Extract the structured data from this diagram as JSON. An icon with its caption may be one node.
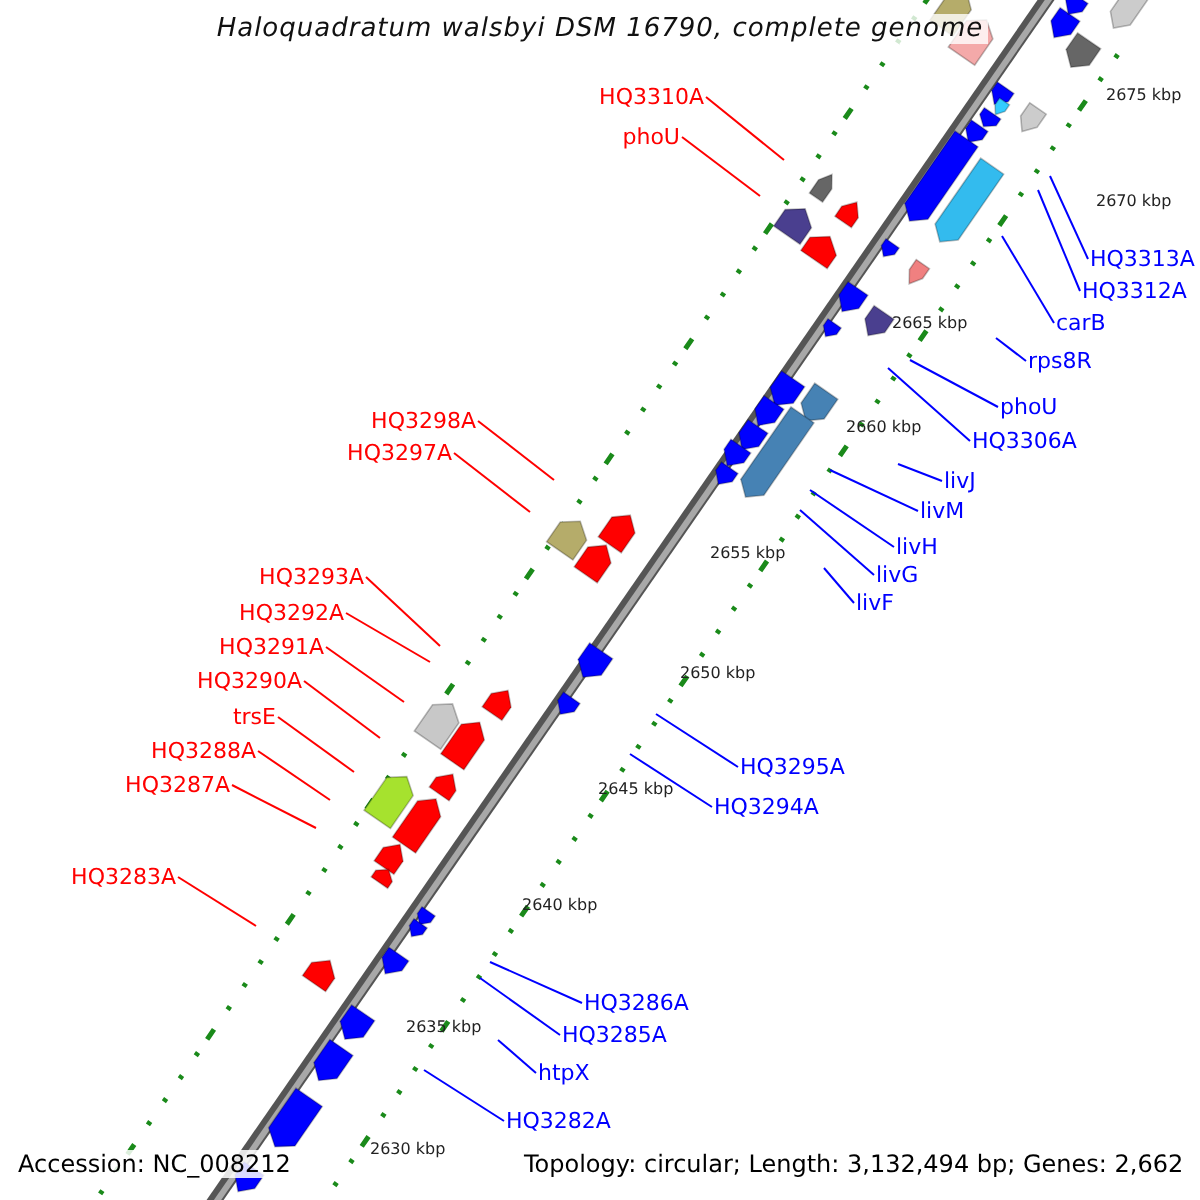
{
  "diagram": {
    "title": "Haloquadratum walsbyi DSM 16790, complete genome",
    "nodes": [
      {
        "text": [
          "HQ3310A"
        ]
      },
      {
        "text": [
          "phoU"
        ]
      },
      {
        "text": [
          "HQ3313A"
        ]
      },
      {
        "text": [
          "HQ3312A"
        ]
      },
      {
        "text": [
          "carB"
        ]
      },
      {
        "text": [
          "rps8R"
        ]
      },
      {
        "text": [
          "phoU"
        ]
      },
      {
        "text": [
          "HQ3298A"
        ]
      },
      {
        "text": [
          "HQ3306A"
        ]
      },
      {
        "text": [
          "HQ3297A"
        ]
      },
      {
        "text": [
          "livJ"
        ]
      },
      {
        "text": [
          "livM"
        ]
      },
      {
        "text": [
          "livH"
        ]
      },
      {
        "text": [
          "HQ3293A"
        ]
      },
      {
        "text": [
          "livG"
        ]
      },
      {
        "text": [
          "livF"
        ]
      },
      {
        "text": [
          "HQ3292A"
        ]
      },
      {
        "text": [
          "HQ3291A"
        ]
      },
      {
        "text": [
          "HQ3290A"
        ]
      },
      {
        "text": [
          "trsE"
        ]
      },
      {
        "text": [
          "HQ3288A"
        ]
      },
      {
        "text": [
          "HQ3295A"
        ]
      },
      {
        "text": [
          "HQ3287A"
        ]
      },
      {
        "text": [
          "HQ3294A"
        ]
      },
      {
        "text": [
          "HQ3283A"
        ]
      },
      {
        "text": [
          "HQ3286A"
        ]
      },
      {
        "text": [
          "HQ3285A"
        ]
      },
      {
        "text": [
          "htpX"
        ]
      },
      {
        "text": [
          "HQ3282A"
        ]
      }
    ],
    "edges": [
      {
        "from": 0,
        "to": null,
        "arrow": "none",
        "color": "#ff0000"
      },
      {
        "from": 1,
        "to": null,
        "arrow": "none",
        "color": "#ff0000"
      },
      {
        "from": 2,
        "to": null,
        "arrow": "none"
      },
      {
        "from": 3,
        "to": null,
        "arrow": "none"
      },
      {
        "from": 4,
        "to": null,
        "arrow": "none"
      },
      {
        "from": 5,
        "to": null,
        "arrow": "none"
      },
      {
        "from": 6,
        "to": null,
        "arrow": "none"
      },
      {
        "from": 7,
        "to": null,
        "arrow": "none",
        "color": "#ff0000"
      },
      {
        "from": 8,
        "to": null,
        "arrow": "none"
      },
      {
        "from": 9,
        "to": null,
        "arrow": "none",
        "color": "#ff0000"
      },
      {
        "from": 10,
        "to": null,
        "arrow": "none"
      },
      {
        "from": 11,
        "to": null,
        "arrow": "none"
      },
      {
        "from": 12,
        "to": null,
        "arrow": "none"
      },
      {
        "from": 13,
        "to": null,
        "arrow": "none",
        "color": "#ff0000"
      },
      {
        "from": 14,
        "to": null,
        "arrow": "none"
      },
      {
        "from": 15,
        "to": null,
        "arrow": "none"
      },
      {
        "from": 16,
        "to": null,
        "arrow": "none",
        "color": "#ff0000"
      },
      {
        "from": 17,
        "to": null,
        "arrow": "none",
        "color": "#ff0000"
      },
      {
        "from": 18,
        "to": null,
        "arrow": "none",
        "color": "#ff0000"
      },
      {
        "from": 19,
        "to": null,
        "arrow": "none",
        "color": "#ff0000"
      },
      {
        "from": 20,
        "to": null,
        "arrow": "none",
        "color": "#ff0000"
      },
      {
        "from": 21,
        "to": null,
        "arrow": "none"
      },
      {
        "from": 22,
        "to": null,
        "arrow": "none",
        "color": "#ff0000"
      },
      {
        "from": 23,
        "to": null,
        "arrow": "none"
      },
      {
        "from": 24,
        "to": null,
        "arrow": "none",
        "color": "#ff0000"
      },
      {
        "from": 25,
        "to": null,
        "arrow": "none"
      },
      {
        "from": 26,
        "to": null,
        "arrow": "none"
      },
      {
        "from": 27,
        "to": null,
        "arrow": "none"
      },
      {
        "from": 28,
        "to": null,
        "arrow": "none"
      }
    ],
    "labels": [
      "2675 kbp",
      "2670 kbp",
      "2665 kbp",
      "2660 kbp",
      "2655 kbp",
      "2650 kbp",
      "2645 kbp",
      "2640 kbp",
      "2635 kbp",
      "2630 kbp",
      "Accession: NC_008212",
      "Topology: circular; Length: 3,132,494 bp; Genes: 2,662"
    ]
  }
}
